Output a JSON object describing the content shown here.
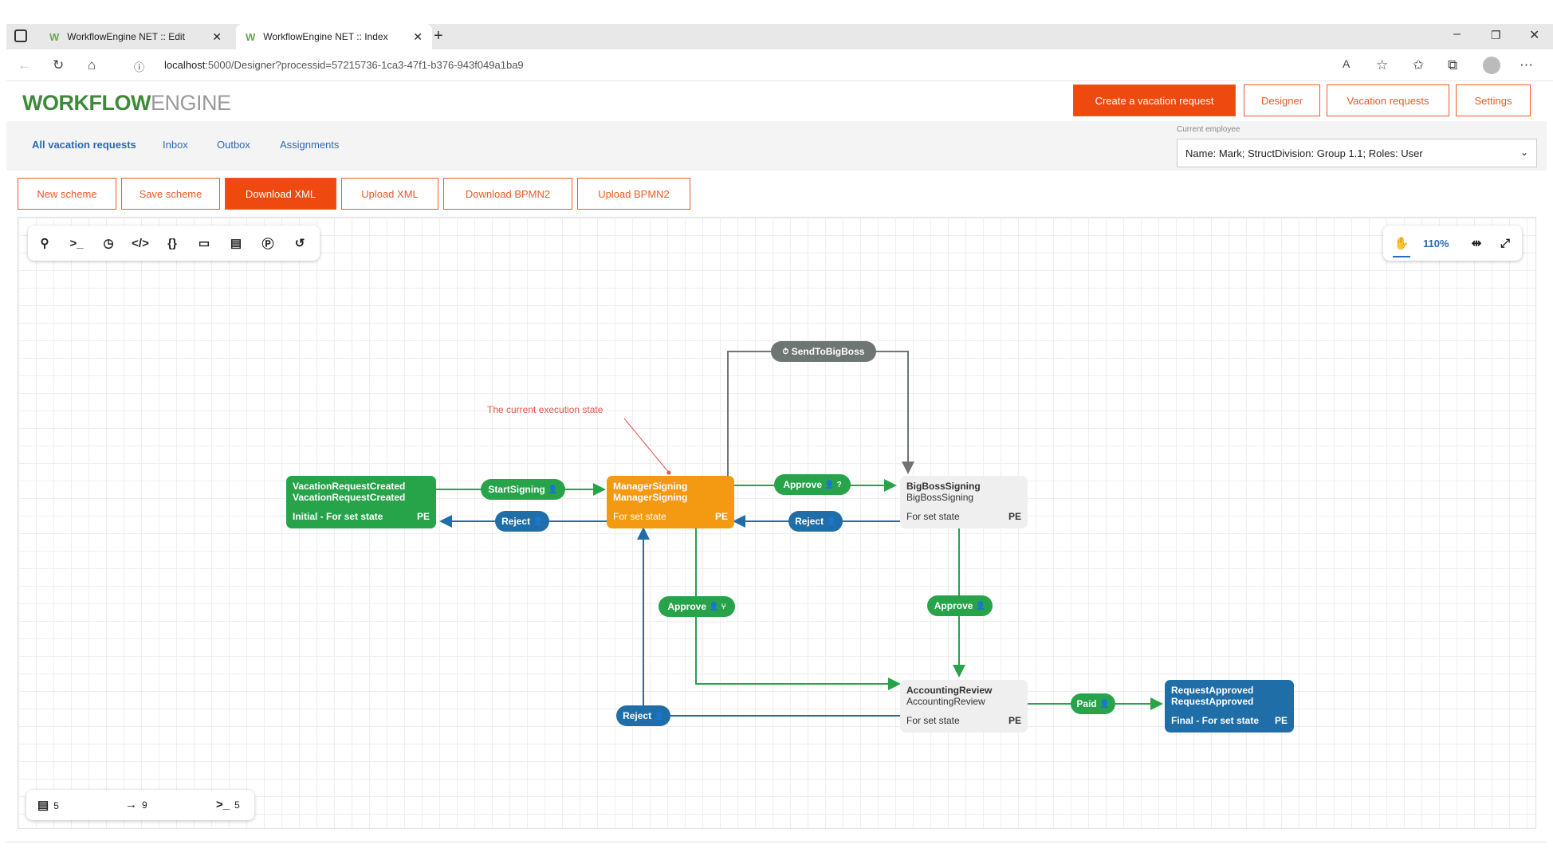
{
  "browser": {
    "tabs": [
      {
        "title": "WorkflowEngine NET :: Edit",
        "favicon": "workflowengine-icon",
        "active": false
      },
      {
        "title": "WorkflowEngine NET :: Index",
        "favicon": "workflowengine-icon",
        "active": true
      }
    ],
    "new_tab": "+",
    "url_host": "localhost",
    "url_rest": ":5000/Designer?processid=57215736-1ca3-47f1-b376-943f049a1ba9",
    "window_controls": [
      "minimize-icon",
      "restore-icon",
      "close-icon"
    ]
  },
  "header": {
    "logo_part1": "WORKFLOW",
    "logo_part2": "ENGINE",
    "buttons": [
      "Create a vacation request",
      "Designer",
      "Vacation requests",
      "Settings"
    ],
    "accent": "#ee4a10"
  },
  "subnav": {
    "links": [
      "All vacation requests",
      "Inbox",
      "Outbox",
      "Assignments"
    ],
    "employee_label": "Current employee",
    "employee_value": "Name: Mark; StructDivision: Group 1.1; Roles: User"
  },
  "scheme_buttons": [
    "New scheme",
    "Save scheme",
    "Download XML",
    "Upload XML",
    "Download BPMN2",
    "Upload BPMN2"
  ],
  "toolbar": {
    "tools": [
      "actor-icon",
      "command-icon",
      "timer-icon",
      "code-icon",
      "parameters-icon",
      "comment-icon",
      "clipboard-icon",
      "process-parameter-icon",
      "history-icon"
    ],
    "zoom": "110%"
  },
  "activities": [
    {
      "name": "VacationRequestCreated",
      "state": "VacationRequestCreated",
      "type": "Initial - For set state",
      "pe": "PE",
      "color": "#27a34a"
    },
    {
      "name": "ManagerSigning",
      "state": "ManagerSigning",
      "type": "For set state",
      "pe": "PE",
      "color": "#f39a12"
    },
    {
      "name": "BigBossSigning",
      "state": "BigBossSigning",
      "type": "For set state",
      "pe": "PE",
      "color": "#efefef"
    },
    {
      "name": "AccountingReview",
      "state": "AccountingReview",
      "type": "For set state",
      "pe": "PE",
      "color": "#efefef"
    },
    {
      "name": "RequestApproved",
      "state": "RequestApproved",
      "type": "Final - For set state",
      "pe": "PE",
      "color": "#1f6ea8"
    }
  ],
  "transitions": [
    {
      "label": "StartSigning",
      "icons": "👤"
    },
    {
      "label": "Reject",
      "icons": "👤"
    },
    {
      "label": "Approve",
      "icons": "👤 ?"
    },
    {
      "label": "Reject",
      "icons": "👤"
    },
    {
      "label": "SendToBigBoss",
      "icons": "⏱"
    },
    {
      "label": "Approve",
      "icons": "👤 ⑂"
    },
    {
      "label": "Approve",
      "icons": "👤"
    },
    {
      "label": "Reject",
      "icons": "👤"
    },
    {
      "label": "Paid",
      "icons": "👤"
    }
  ],
  "annotation": "The current execution state",
  "stats": {
    "activities": "5",
    "transitions": "9",
    "commands": "5"
  }
}
